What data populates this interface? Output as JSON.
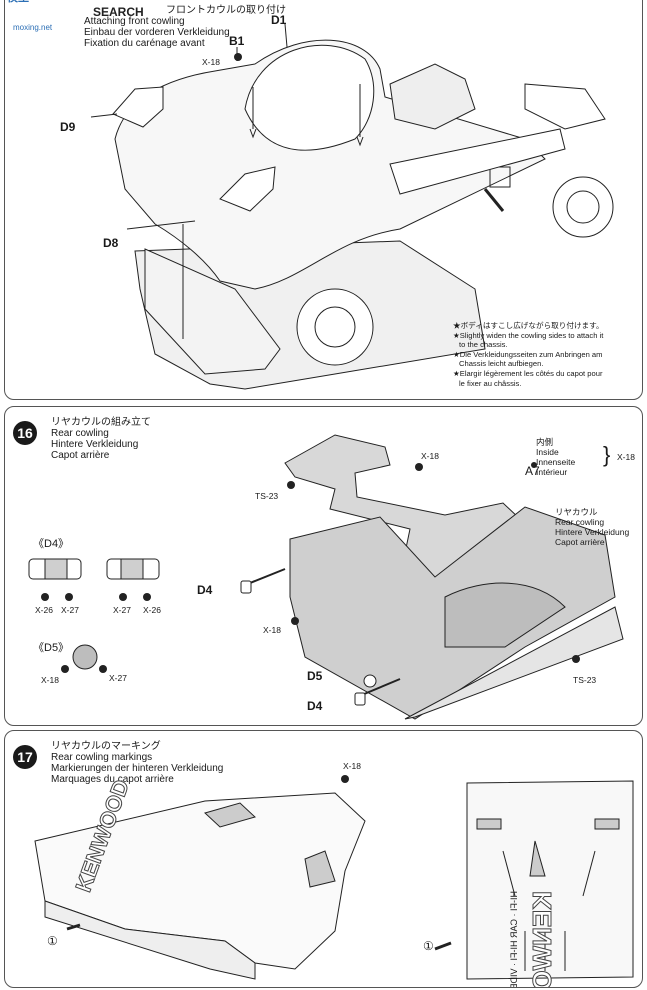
{
  "watermark": {
    "brand": "模型",
    "site": "moxing.net",
    "header": "SEARCH"
  },
  "step15": {
    "title_jp": "フロントカウルの取り付け",
    "title_en": "Attaching front cowling",
    "title_de": "Einbau der vorderen Verkleidung",
    "title_fr": "Fixation du carénage avant",
    "labels": {
      "d1": "D1",
      "b1": "B1",
      "x18": "X-18",
      "d9": "D9",
      "d8": "D8"
    },
    "notes": [
      "★ボディはすこし広げながら取り付けます。",
      "★Slightly widen the cowling sides to attach it",
      "to the chassis.",
      "★Die Verkleidungsseiten zum Anbringen am",
      "Chassis leicht aufbiegen.",
      "★Elargir légèrement les côtés du capot pour",
      "le fixer au châssis."
    ]
  },
  "step16": {
    "number": "16",
    "title_jp": "リヤカウルの組み立て",
    "title_en": "Rear cowling",
    "title_de": "Hintere Verkleidung",
    "title_fr": "Capot arrière",
    "d4_group": "《D4》",
    "d5_group": "《D5》",
    "x26": "X-26",
    "x27": "X-27",
    "x18": "X-18",
    "ts23": "TS-23",
    "a7": "A7",
    "d4": "D4",
    "d5": "D5",
    "inside_jp": "内側",
    "inside_en": "Inside",
    "inside_de": "Innenseite",
    "inside_fr": "Intérieur",
    "rear_jp": "リヤカウル",
    "rear_en": "Rear cowling",
    "rear_de": "Hintere Verkleidung",
    "rear_fr": "Capot arrière"
  },
  "step17": {
    "number": "17",
    "title_jp": "リヤカウルのマーキング",
    "title_en": "Rear cowling markings",
    "title_de": "Markierungen der hinteren Verkleidung",
    "title_fr": "Marquages du capot arrière",
    "x18": "X-18",
    "marker": "①",
    "kenwood": "KENWOOD",
    "hifi": "HI-FI · CAR HI-FI · VIDEO"
  }
}
